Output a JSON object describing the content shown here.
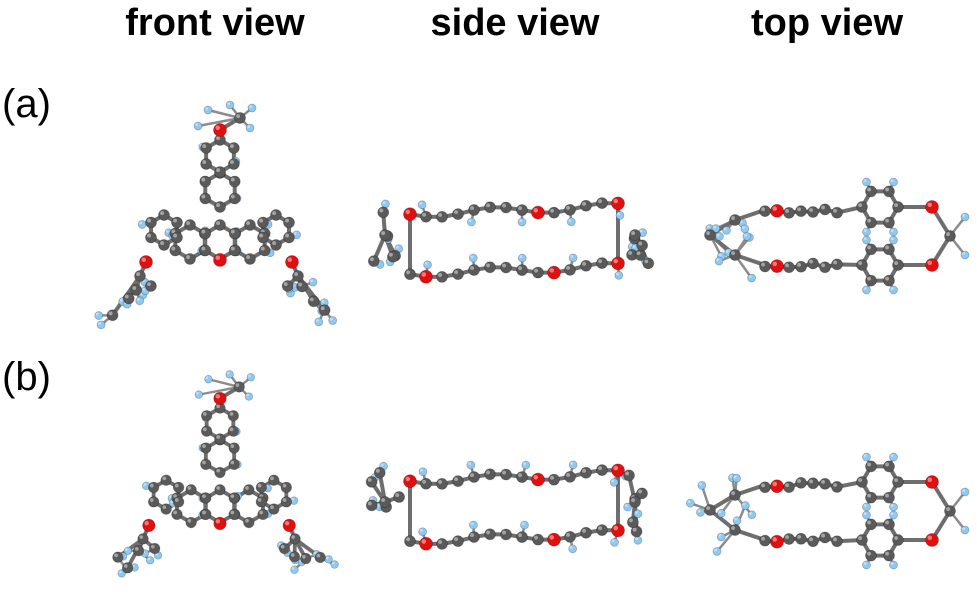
{
  "headers": [
    "front view",
    "side view",
    "top view"
  ],
  "rows": [
    "(a)",
    "(b)"
  ],
  "colors": {
    "carbon": "#5a5a5a",
    "oxygen": "#e01010",
    "hydrogen": "#8fc8f0",
    "bond": "#6e6e6e",
    "text": "#000000"
  },
  "atom_types": [
    "carbon-atom",
    "oxygen-atom",
    "hydrogen-atom"
  ]
}
